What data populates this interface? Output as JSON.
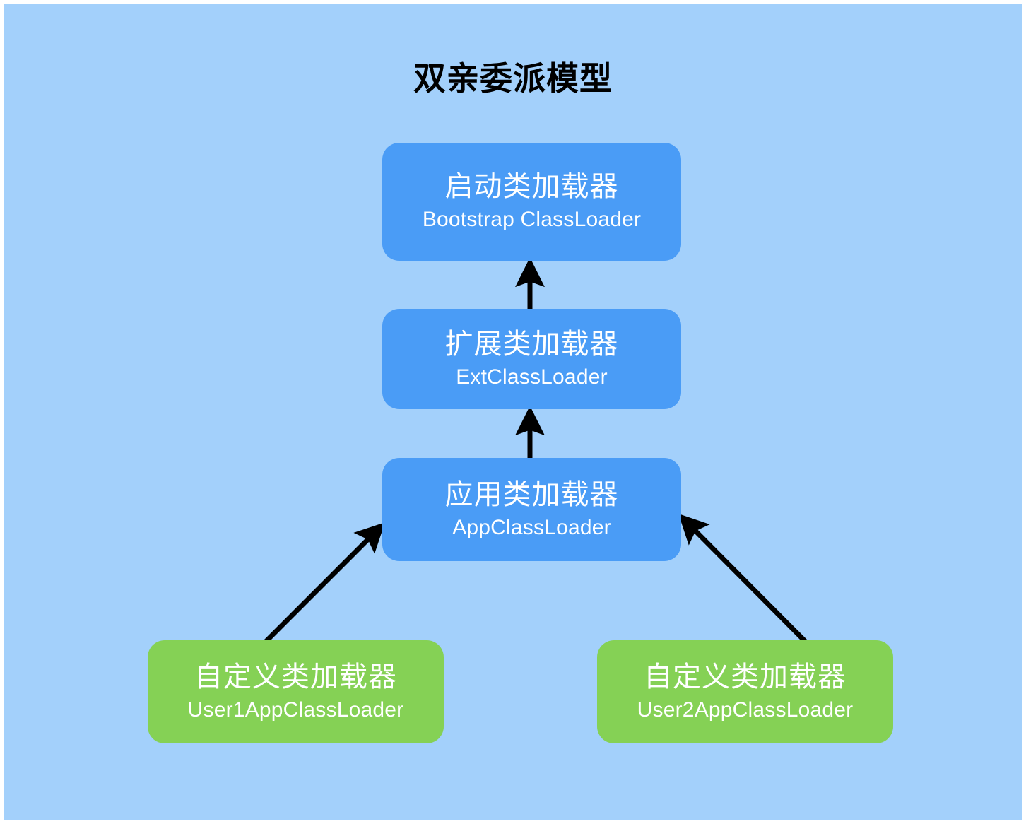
{
  "diagram": {
    "title": "双亲委派模型",
    "background_color": "#a3d0fb",
    "title_color": "#000000",
    "node_blue_color": "#4a9cf6",
    "node_green_color": "#85d155",
    "arrow_color": "#000000",
    "nodes": [
      {
        "id": "bootstrap",
        "cn": "启动类加载器",
        "en": "Bootstrap ClassLoader",
        "kind": "blue"
      },
      {
        "id": "ext",
        "cn": "扩展类加载器",
        "en": "ExtClassLoader",
        "kind": "blue"
      },
      {
        "id": "app",
        "cn": "应用类加载器",
        "en": "AppClassLoader",
        "kind": "blue"
      },
      {
        "id": "user1",
        "cn": "自定义类加载器",
        "en": "User1AppClassLoader",
        "kind": "green"
      },
      {
        "id": "user2",
        "cn": "自定义类加载器",
        "en": "User2AppClassLoader",
        "kind": "green"
      }
    ],
    "edges": [
      {
        "id": "ext-to-bootstrap",
        "from": "ext",
        "to": "bootstrap"
      },
      {
        "id": "app-to-ext",
        "from": "app",
        "to": "ext"
      },
      {
        "id": "user1-to-app",
        "from": "user1",
        "to": "app"
      },
      {
        "id": "user2-to-app",
        "from": "user2",
        "to": "app"
      }
    ]
  }
}
